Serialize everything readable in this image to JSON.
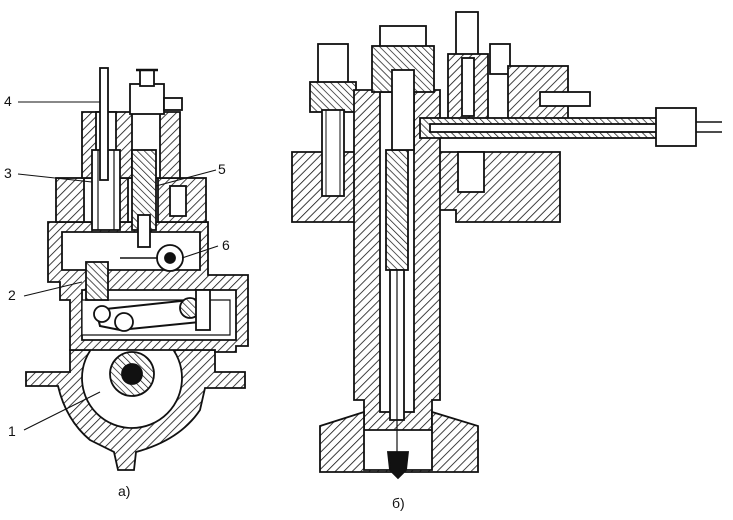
{
  "figure_a": {
    "caption": "а)",
    "callouts": [
      "1",
      "2",
      "3",
      "4",
      "5",
      "6"
    ]
  },
  "figure_b": {
    "caption": "б)"
  }
}
